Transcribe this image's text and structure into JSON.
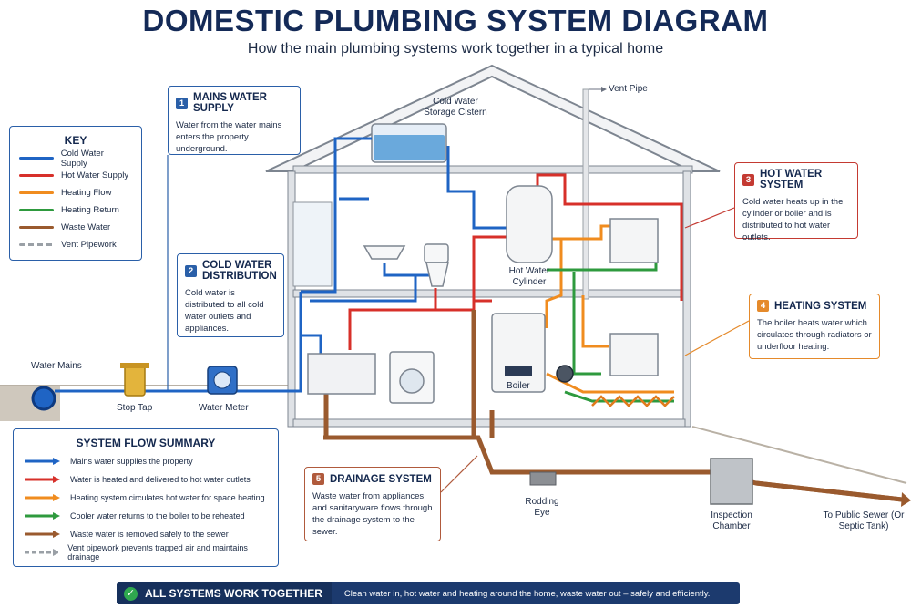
{
  "title": "DOMESTIC PLUMBING SYSTEM DIAGRAM",
  "subtitle": "How the main plumbing systems work together in a typical home",
  "colors": {
    "cold": "#1f64c4",
    "hot": "#d7302a",
    "heating_flow": "#f08c1f",
    "heating_return": "#2e9a3e",
    "waste": "#9a5a2e",
    "vent": "#9aa0a6"
  },
  "key": {
    "title": "KEY",
    "items": [
      {
        "label": "Cold Water Supply",
        "color": "#1f64c4"
      },
      {
        "label": "Hot Water Supply",
        "color": "#d7302a"
      },
      {
        "label": "Heating Flow",
        "color": "#f08c1f"
      },
      {
        "label": "Heating Return",
        "color": "#2e9a3e"
      },
      {
        "label": "Waste Water",
        "color": "#9a5a2e"
      },
      {
        "label": "Vent Pipework",
        "color": "#9aa0a6"
      }
    ]
  },
  "boxes": {
    "mains": {
      "num": "1",
      "title": "MAINS WATER SUPPLY",
      "body": "Water from the water mains enters the property underground."
    },
    "cold": {
      "num": "2",
      "title": "COLD WATER DISTRIBUTION",
      "body": "Cold water is distributed to all cold water outlets and appliances."
    },
    "hot": {
      "num": "3",
      "title": "HOT WATER SYSTEM",
      "body": "Cold water heats up in the cylinder or boiler and is distributed to hot water outlets."
    },
    "heating": {
      "num": "4",
      "title": "HEATING SYSTEM",
      "body": "The boiler heats water which circulates through radiators or underfloor heating."
    },
    "drainage": {
      "num": "5",
      "title": "DRAINAGE SYSTEM",
      "body": "Waste water from appliances and sanitaryware flows through the drainage system to the sewer."
    }
  },
  "labels": {
    "cistern": "Cold Water Storage Cistern",
    "vent_pipe": "Vent Pipe",
    "water_mains": "Water Mains",
    "stop_tap": "Stop Tap",
    "water_meter": "Water Meter",
    "hot_cylinder": "Hot Water Cylinder",
    "boiler": "Boiler",
    "rodding_eye": "Rodding Eye",
    "inspection_chamber": "Inspection Chamber",
    "public_sewer": "To Public Sewer (Or Septic Tank)"
  },
  "summary": {
    "title": "SYSTEM FLOW SUMMARY",
    "items": [
      {
        "text": "Mains water supplies the property",
        "color": "#1f64c4"
      },
      {
        "text": "Water is heated and delivered to hot water outlets",
        "color": "#d7302a"
      },
      {
        "text": "Heating system circulates hot water for space heating",
        "color": "#f08c1f"
      },
      {
        "text": "Cooler water returns to the boiler to be reheated",
        "color": "#2e9a3e"
      },
      {
        "text": "Waste water is removed safely to the sewer",
        "color": "#9a5a2e"
      },
      {
        "text": "Vent pipework prevents trapped air and maintains drainage",
        "color": "#9aa0a6"
      }
    ]
  },
  "footer": {
    "head": "ALL SYSTEMS WORK TOGETHER",
    "text": "Clean water in, hot water and heating around the home, waste water out – safely and efficiently."
  }
}
